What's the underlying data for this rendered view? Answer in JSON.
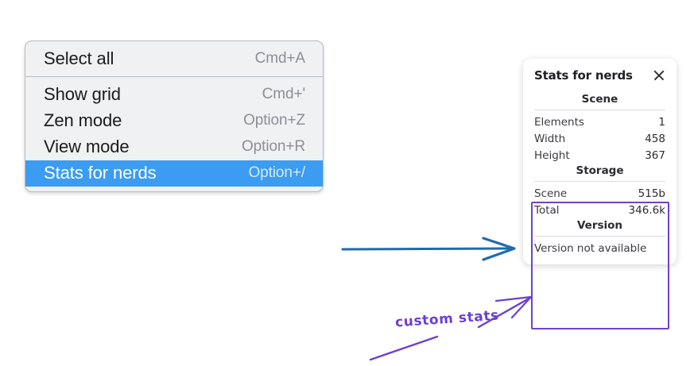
{
  "context_menu": {
    "name": "canvas-context-menu",
    "sections": [
      {
        "items": [
          {
            "label": "Select all",
            "shortcut": "Cmd+A",
            "selected": false
          }
        ]
      },
      {
        "items": [
          {
            "label": "Show grid",
            "shortcut": "Cmd+'",
            "selected": false
          },
          {
            "label": "Zen mode",
            "shortcut": "Option+Z",
            "selected": false
          },
          {
            "label": "View mode",
            "shortcut": "Option+R",
            "selected": false
          },
          {
            "label": "Stats for nerds",
            "shortcut": "Option+/",
            "selected": true
          }
        ]
      }
    ],
    "highlight_color": "#3b9cf1"
  },
  "stats_panel": {
    "title": "Stats for nerds",
    "close_icon": "close-icon",
    "sections": [
      {
        "heading": "Scene",
        "rows": [
          {
            "label": "Elements",
            "value": "1"
          },
          {
            "label": "Width",
            "value": "458"
          },
          {
            "label": "Height",
            "value": "367"
          }
        ]
      },
      {
        "heading": "Storage",
        "rows": [
          {
            "label": "Scene",
            "value": "515b"
          },
          {
            "label": "Total",
            "value": "346.6k"
          }
        ]
      },
      {
        "heading": "Version",
        "note": "Version not available"
      }
    ]
  },
  "annotations": {
    "flow_arrow_color": "#1f6bad",
    "callout_color": "#6b3fd4",
    "callout_text": "custom stats"
  }
}
